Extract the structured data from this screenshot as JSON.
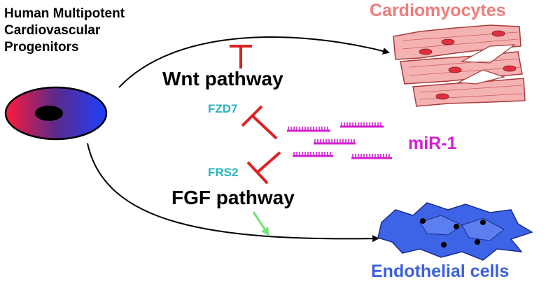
{
  "progenitor": {
    "lines": [
      "Human Multipotent",
      "Cardiovascular",
      "Progenitors"
    ]
  },
  "outcomes": {
    "cardiomyocytes": "Cardiomyocytes",
    "endothelial": "Endothelial cells"
  },
  "pathways": {
    "wnt": "Wnt pathway",
    "fgf": "FGF pathway"
  },
  "targets": {
    "fzd7": "FZD7",
    "frs2": "FRS2"
  },
  "microrna": {
    "label": "miR-1"
  },
  "colors": {
    "cardio_text": "#f07b7b",
    "cardio_fill": "#f4b2b2",
    "cardio_nucleus": "#e0303f",
    "endo_text": "#3a5fe0",
    "endo_fill": "#3d63e6",
    "target_text": "#29b5c3",
    "mirna": "#d21fd2",
    "inhibit": "#e02020",
    "promote": "#77e07a",
    "cell_left": "#ff1a3c",
    "cell_right": "#1f3fff"
  },
  "icons": {
    "progenitor_cell": "round-cell-icon",
    "cardiomyocytes": "muscle-fibers-icon",
    "endothelial": "endothelial-cells-icon"
  }
}
